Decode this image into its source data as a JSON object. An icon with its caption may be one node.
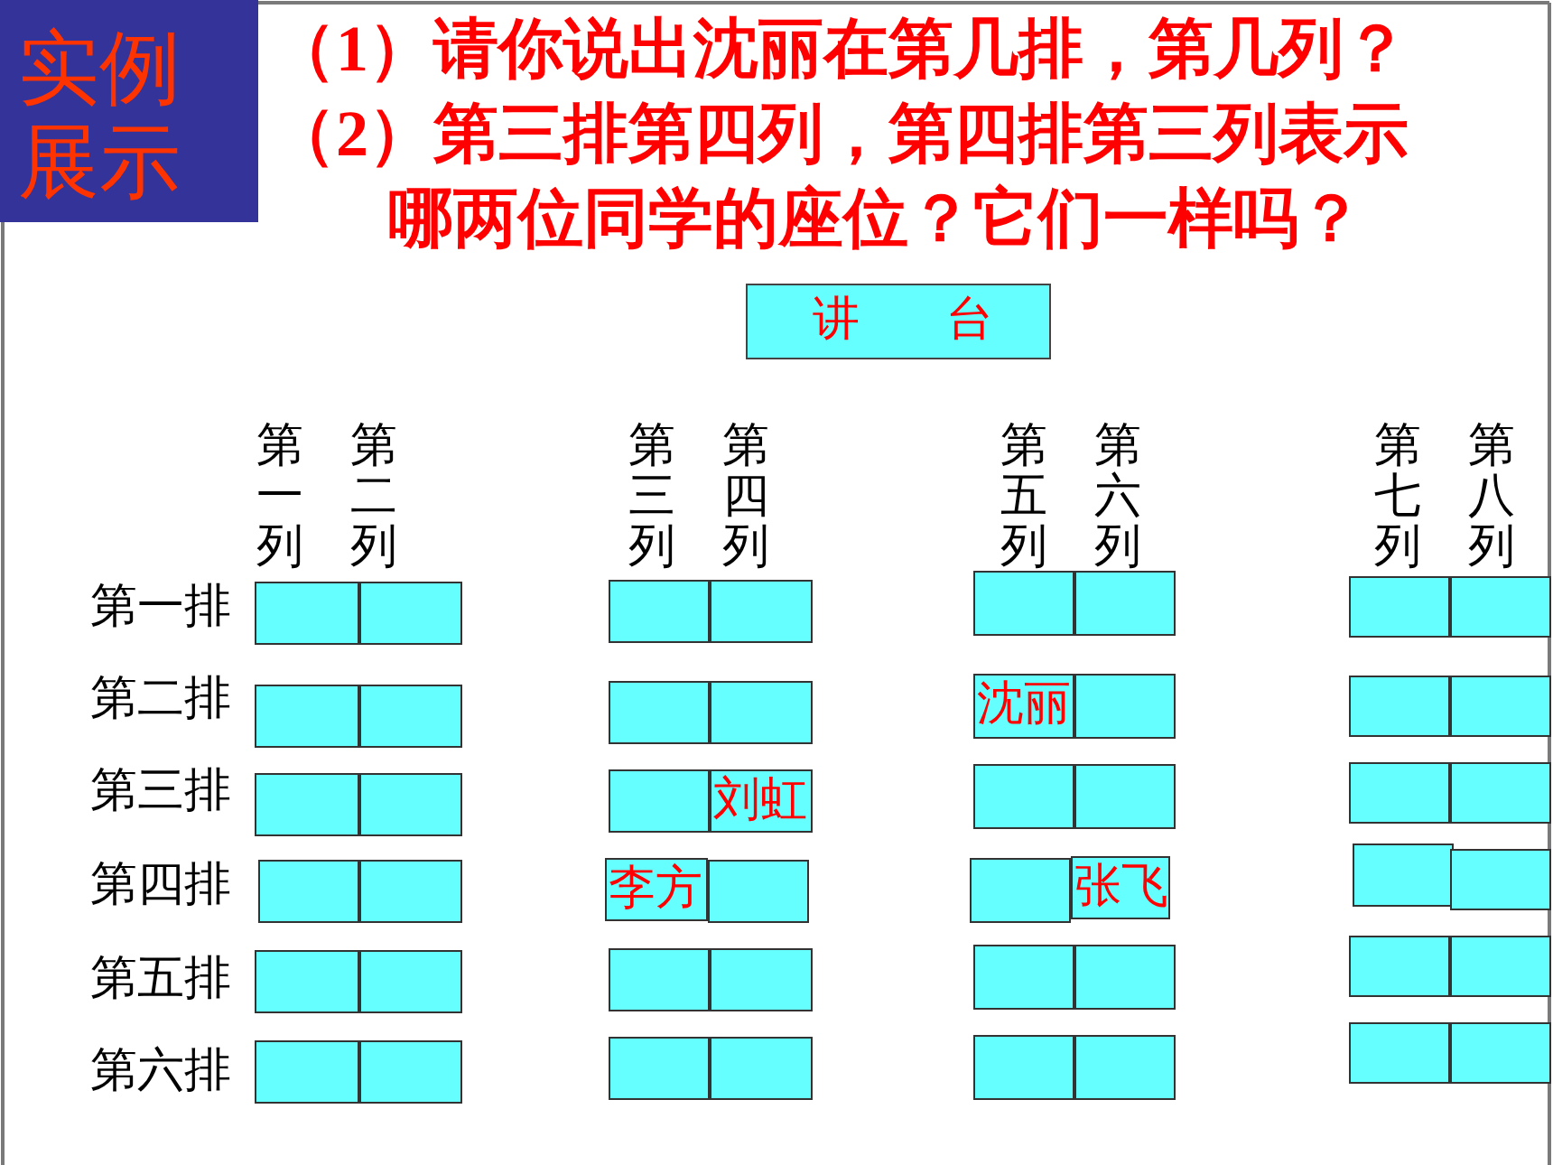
{
  "diagram": {
    "nodes": [
      {
        "text": [
          "实例展示"
        ]
      },
      {
        "text": [
          "讲台"
        ]
      },
      {
        "text": [],
        "shape": "box"
      },
      {
        "text": [],
        "shape": "box"
      },
      {
        "text": [],
        "shape": "box"
      },
      {
        "text": [],
        "shape": "box"
      },
      {
        "text": [],
        "shape": "box"
      },
      {
        "text": [],
        "shape": "box"
      },
      {
        "text": [],
        "shape": "box"
      },
      {
        "text": [],
        "shape": "box"
      },
      {
        "text": [],
        "shape": "box"
      },
      {
        "text": [],
        "shape": "box"
      },
      {
        "text": [],
        "shape": "box"
      },
      {
        "text": [],
        "shape": "box"
      },
      {
        "text": [
          "沈丽"
        ]
      },
      {
        "text": [],
        "shape": "box"
      },
      {
        "text": [],
        "shape": "box"
      },
      {
        "text": [],
        "shape": "box"
      },
      {
        "text": [],
        "shape": "box"
      },
      {
        "text": [],
        "shape": "box"
      },
      {
        "text": [],
        "shape": "box"
      },
      {
        "text": [
          "刘虹"
        ]
      },
      {
        "text": [],
        "shape": "box"
      },
      {
        "text": [],
        "shape": "box"
      },
      {
        "text": [],
        "shape": "box"
      },
      {
        "text": [],
        "shape": "box"
      },
      {
        "text": [],
        "shape": "box"
      },
      {
        "text": [],
        "shape": "box"
      },
      {
        "text": [
          "李方"
        ]
      },
      {
        "text": [],
        "shape": "box"
      },
      {
        "text": [],
        "shape": "box"
      },
      {
        "text": [
          "张飞"
        ]
      },
      {
        "text": [],
        "shape": "box"
      },
      {
        "text": [],
        "shape": "box"
      },
      {
        "text": [],
        "shape": "box"
      },
      {
        "text": [],
        "shape": "box"
      },
      {
        "text": [],
        "shape": "box"
      },
      {
        "text": [],
        "shape": "box"
      },
      {
        "text": [],
        "shape": "box"
      },
      {
        "text": [],
        "shape": "box"
      },
      {
        "text": [],
        "shape": "box"
      },
      {
        "text": [],
        "shape": "box"
      },
      {
        "text": [],
        "shape": "box"
      },
      {
        "text": [],
        "shape": "box"
      },
      {
        "text": [],
        "shape": "box"
      },
      {
        "text": [],
        "shape": "box"
      },
      {
        "text": [],
        "shape": "box"
      },
      {
        "text": [],
        "shape": "box"
      },
      {
        "text": [],
        "shape": "box"
      },
      {
        "text": [],
        "shape": "box"
      }
    ],
    "labels": [
      "（1）请你说出沈丽在第几排，第几列？",
      "（2）第三排第四列，第四排第三列表示哪两位同学的座位？它们一样吗？",
      "第一列",
      "第二列",
      "第三列",
      "第四列",
      "第五列",
      "第六列",
      "第七列",
      "第八列",
      "第一排",
      "第二排",
      "第三排",
      "第四排",
      "第五排",
      "第六排"
    ]
  }
}
